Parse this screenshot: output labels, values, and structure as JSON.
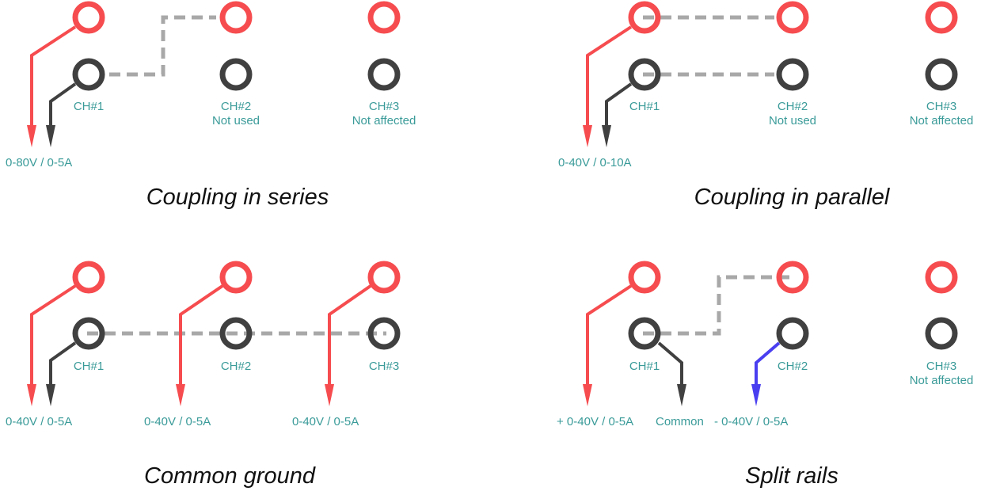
{
  "colors": {
    "positive": "#f64c4f",
    "negative": "#404040",
    "link": "#a8a8a8",
    "split_negative": "#4a3ff0",
    "label": "#3a9b99",
    "caption": "#111111"
  },
  "panels": [
    {
      "caption": "Coupling in series",
      "channels": [
        {
          "name": "CH#1",
          "note": ""
        },
        {
          "name": "CH#2",
          "note": "Not used"
        },
        {
          "name": "CH#3",
          "note": "Not affected"
        }
      ],
      "outputs": [
        "0-80V / 0-5A"
      ]
    },
    {
      "caption": "Coupling in parallel",
      "channels": [
        {
          "name": "CH#1",
          "note": ""
        },
        {
          "name": "CH#2",
          "note": "Not used"
        },
        {
          "name": "CH#3",
          "note": "Not affected"
        }
      ],
      "outputs": [
        "0-40V / 0-10A"
      ]
    },
    {
      "caption": "Common ground",
      "channels": [
        {
          "name": "CH#1",
          "note": ""
        },
        {
          "name": "CH#2",
          "note": ""
        },
        {
          "name": "CH#3",
          "note": ""
        }
      ],
      "outputs": [
        "0-40V / 0-5A",
        "0-40V / 0-5A",
        "0-40V / 0-5A"
      ]
    },
    {
      "caption": "Split rails",
      "channels": [
        {
          "name": "CH#1",
          "note": ""
        },
        {
          "name": "CH#2",
          "note": ""
        },
        {
          "name": "CH#3",
          "note": "Not affected"
        }
      ],
      "outputs": [
        "+ 0-40V / 0-5A",
        "Common",
        "- 0-40V / 0-5A"
      ]
    }
  ]
}
